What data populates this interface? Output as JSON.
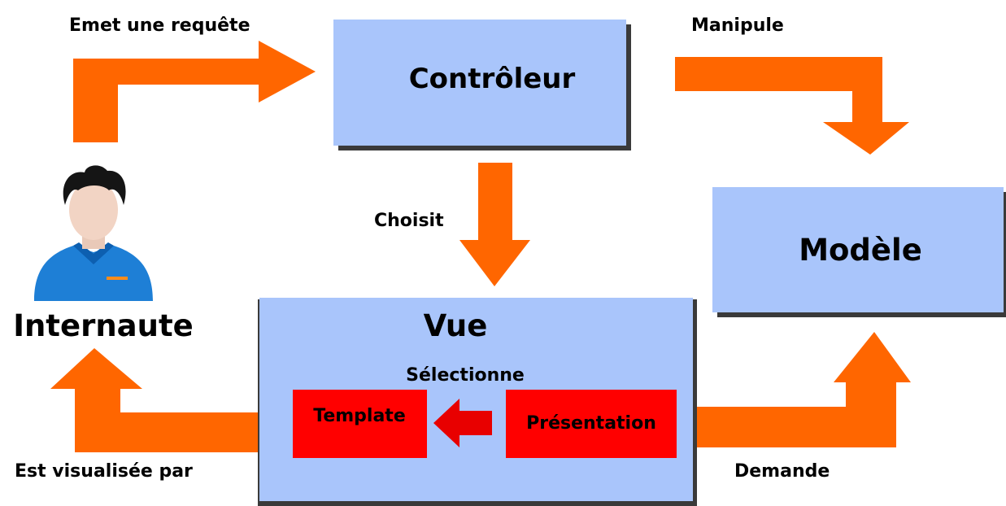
{
  "nodes": {
    "controleur": "Contrôleur",
    "modele": "Modèle",
    "vue": "Vue",
    "template": "Template",
    "presentation": "Présentation",
    "internaute": "Internaute"
  },
  "edges": {
    "emet_requete": "Emet une requête",
    "manipule": "Manipule",
    "choisit": "Choisit",
    "selectionne": "Sélectionne",
    "demande": "Demande",
    "est_visualisee_par": "Est visualisée par"
  },
  "colors": {
    "box": "#a9c5fb",
    "shadow": "#3a3a3a",
    "arrow": "#ff6600",
    "inner_box": "#ff0000",
    "inner_arrow": "#e80000"
  },
  "icons": {
    "user": "user-avatar-icon"
  }
}
